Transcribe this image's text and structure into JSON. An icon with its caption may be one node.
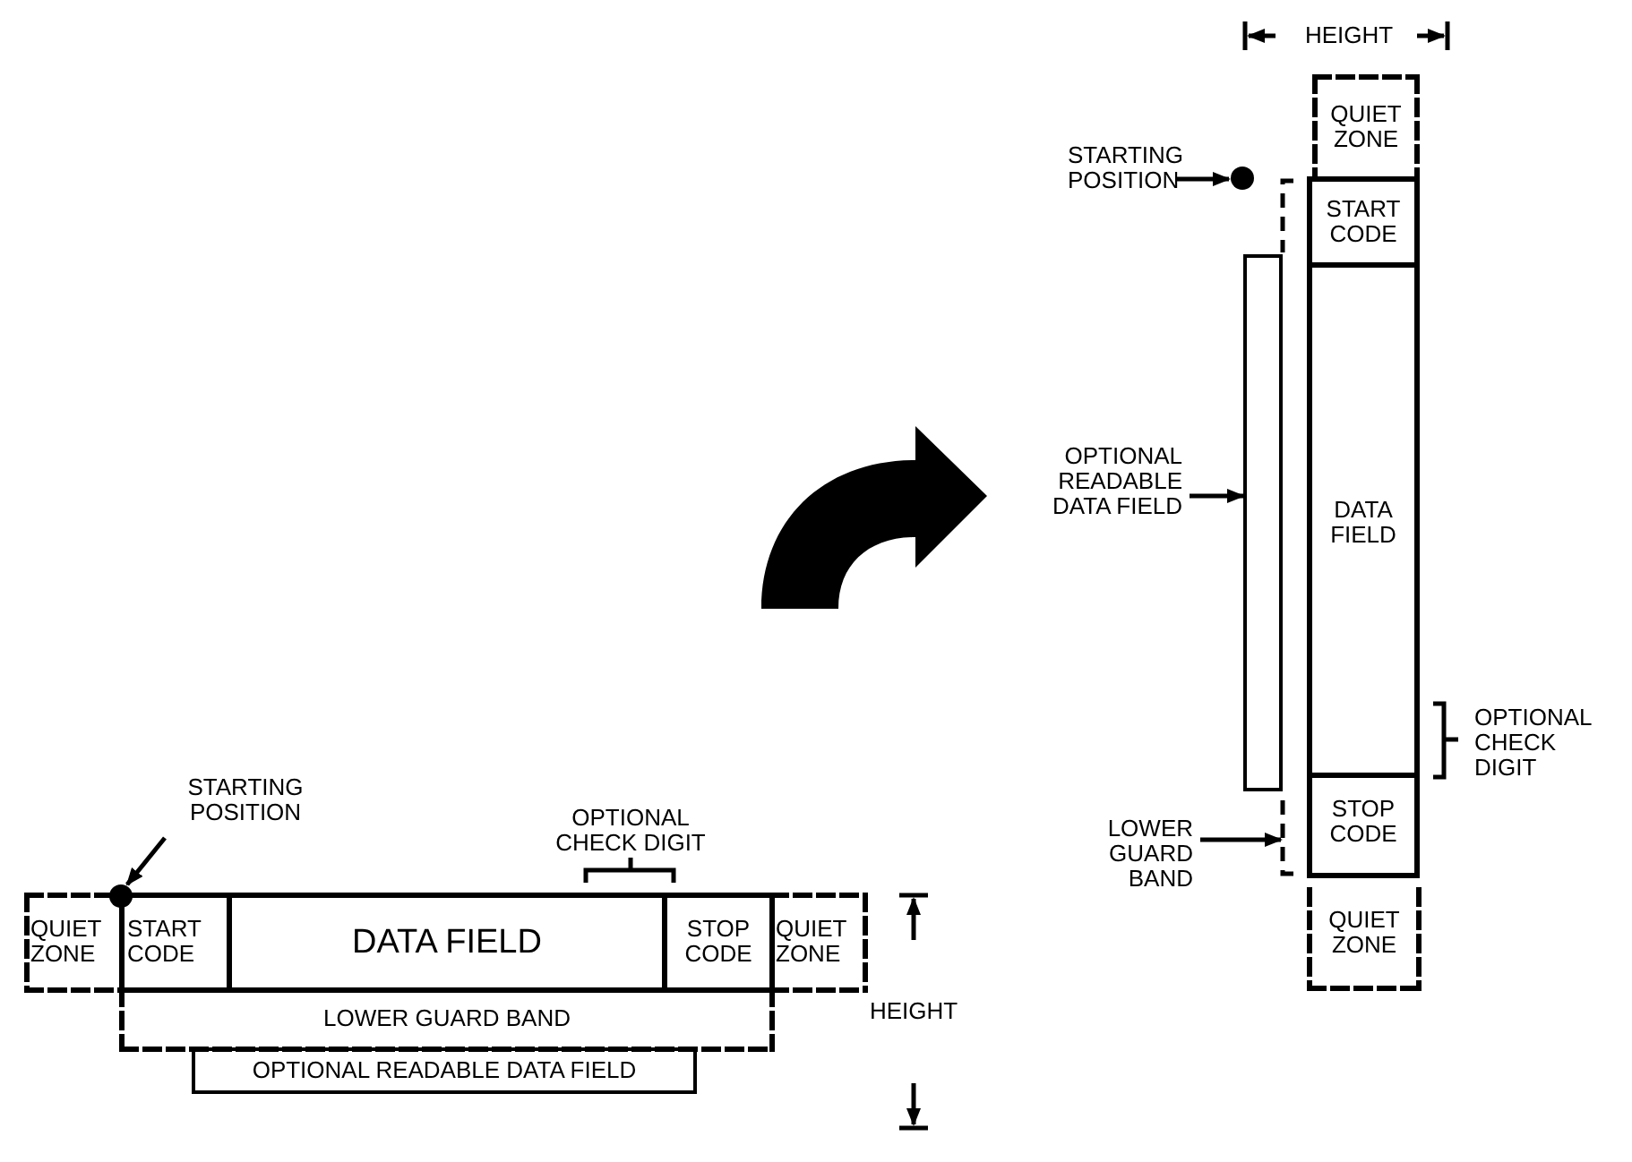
{
  "diagram": {
    "nodes": [
      {
        "text": [
          "STARTING POSITION"
        ]
      },
      {
        "text": [],
        "shape": "circle"
      },
      {
        "text": [
          "QUIET ZONE"
        ]
      },
      {
        "text": [
          "START CODE"
        ]
      },
      {
        "text": [
          "DATA FIELD"
        ]
      },
      {
        "text": [
          "STOP CODE"
        ]
      },
      {
        "text": [
          "QUIET ZONE"
        ]
      },
      {
        "text": [],
        "shape": "box"
      },
      {
        "text": [],
        "shape": "box"
      },
      {
        "text": [
          "OPTIONAL READABLE DATA FIELD"
        ]
      },
      {
        "text": [
          "LOWER GUARD BAND"
        ]
      },
      {
        "text": [
          "STARTING POSITION"
        ]
      },
      {
        "text": [],
        "shape": "circle"
      },
      {
        "text": [
          "QUIET ZONE"
        ]
      },
      {
        "text": [
          "START CODE"
        ]
      },
      {
        "text": [
          "DATA FIELD"
        ]
      },
      {
        "text": [
          "STOP CODE"
        ]
      },
      {
        "text": [
          "QUIET ZONE"
        ]
      },
      {
        "text": [
          "LOWER GUARD BAND"
        ]
      },
      {
        "text": [
          "OPTIONAL READABLE DATA FIELD"
        ]
      }
    ],
    "edges": [
      {
        "from": 0,
        "to": 1,
        "arrow": "to"
      },
      {
        "from": 9,
        "to": 7,
        "arrow": "to"
      },
      {
        "from": 10,
        "to": 8,
        "arrow": "to"
      },
      {
        "from": 11,
        "to": 12,
        "arrow": "to"
      }
    ],
    "labels": [
      "HEIGHT",
      "OPTIONAL CHECK DIGIT",
      "OPTIONAL CHECK DIGIT",
      "HEIGHT"
    ]
  }
}
